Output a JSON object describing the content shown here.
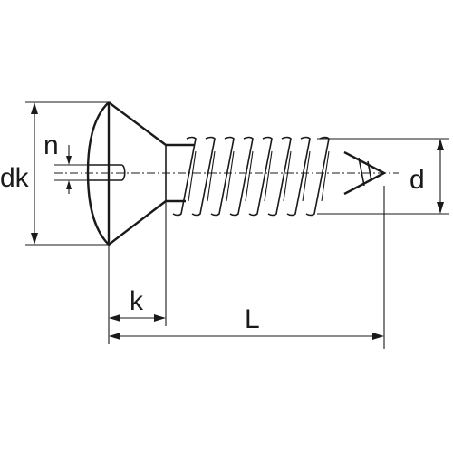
{
  "labels": {
    "head_diameter": "dk",
    "slot_width": "n",
    "head_height": "k",
    "length": "L",
    "thread_diameter": "d"
  },
  "colors": {
    "line": "#1a1a1a",
    "background": "#ffffff"
  }
}
